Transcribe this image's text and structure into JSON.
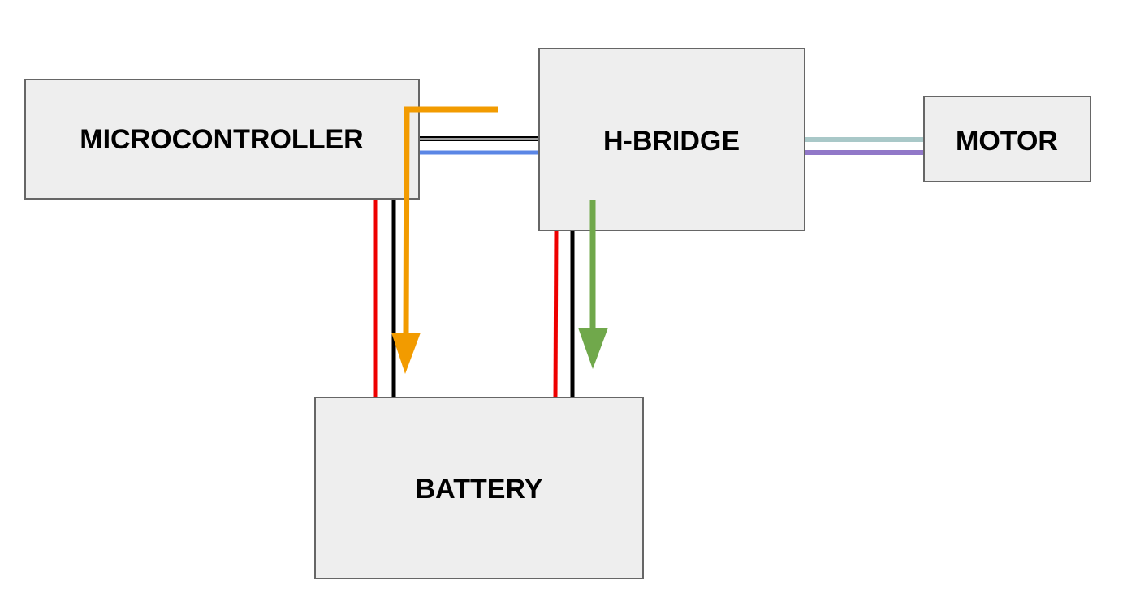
{
  "diagram": {
    "type": "block-wiring-diagram",
    "blocks": [
      {
        "id": "microcontroller",
        "label": "MICROCONTROLLER"
      },
      {
        "id": "hbridge",
        "label": "H-BRIDGE"
      },
      {
        "id": "motor",
        "label": "MOTOR"
      },
      {
        "id": "battery",
        "label": "BATTERY"
      }
    ],
    "connections": [
      {
        "from": "microcontroller",
        "to": "hbridge",
        "color": "#000000",
        "kind": "wire"
      },
      {
        "from": "microcontroller",
        "to": "hbridge",
        "color": "#5b86e5",
        "kind": "wire"
      },
      {
        "from": "hbridge",
        "to": "motor",
        "color": "#a9c8c8",
        "kind": "wire"
      },
      {
        "from": "hbridge",
        "to": "motor",
        "color": "#9178c8",
        "kind": "wire"
      },
      {
        "from": "microcontroller",
        "to": "battery",
        "color": "#ee0000",
        "kind": "wire"
      },
      {
        "from": "microcontroller",
        "to": "battery",
        "color": "#000000",
        "kind": "wire"
      },
      {
        "from": "hbridge",
        "to": "battery",
        "color": "#ee0000",
        "kind": "wire"
      },
      {
        "from": "hbridge",
        "to": "battery",
        "color": "#000000",
        "kind": "wire"
      }
    ],
    "arrows": [
      {
        "from": "microcontroller/hbridge",
        "to": "battery",
        "color": "#f29b00",
        "direction": "down"
      },
      {
        "from": "hbridge",
        "to": "battery",
        "color": "#70a84b",
        "direction": "down"
      }
    ]
  },
  "colors": {
    "box_fill": "#eeeeee",
    "box_stroke": "#666666",
    "red": "#ee0000",
    "black": "#000000",
    "blue": "#5b86e5",
    "orange": "#f29b00",
    "green": "#70a84b",
    "teal": "#a9c8c8",
    "purple": "#9178c8"
  }
}
